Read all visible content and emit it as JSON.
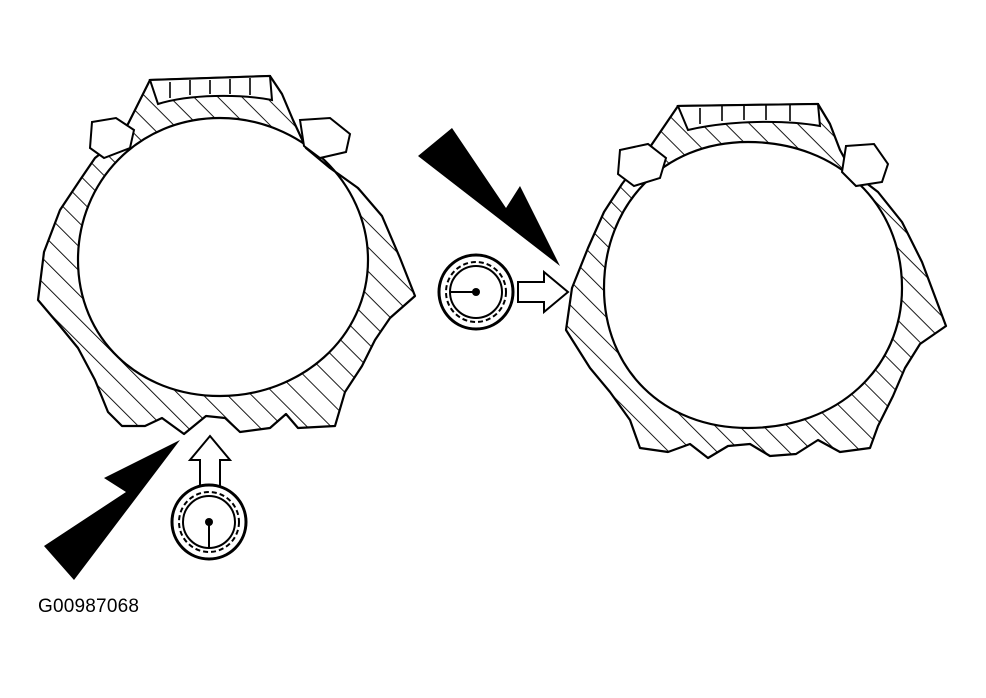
{
  "figure": {
    "reference_code": "G00987068",
    "colors": {
      "ink": "#000000",
      "paper": "#ffffff"
    }
  },
  "views": [
    {
      "name": "left-tire-section",
      "inspection_point": "tread-bottom",
      "gauge": "tire-depth-gauge"
    },
    {
      "name": "right-tire-section",
      "inspection_point": "sidewall-left",
      "gauge": "tire-depth-gauge"
    }
  ],
  "icons": [
    "black-pointer-arrow-icon",
    "hollow-arrow-icon",
    "gauge-icon"
  ]
}
